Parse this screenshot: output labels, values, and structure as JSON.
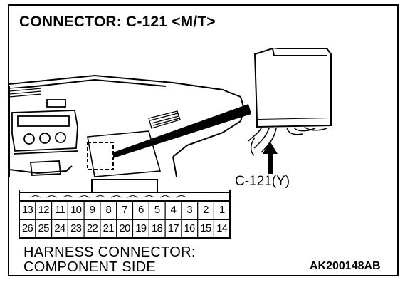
{
  "title": "CONNECTOR: C-121 <M/T>",
  "connector_label": "C-121(Y)",
  "harness_line1": "HARNESS CONNECTOR:",
  "harness_line2": "COMPONENT SIDE",
  "figure_code": "AK200148AB",
  "pins_top": [
    "13",
    "12",
    "11",
    "10",
    "9",
    "8",
    "7",
    "6",
    "5",
    "4",
    "3",
    "2",
    "1"
  ],
  "pins_bottom": [
    "26",
    "25",
    "24",
    "23",
    "22",
    "21",
    "20",
    "19",
    "18",
    "17",
    "16",
    "15",
    "14"
  ],
  "colors": {
    "ink": "#000000",
    "paper": "#ffffff"
  }
}
